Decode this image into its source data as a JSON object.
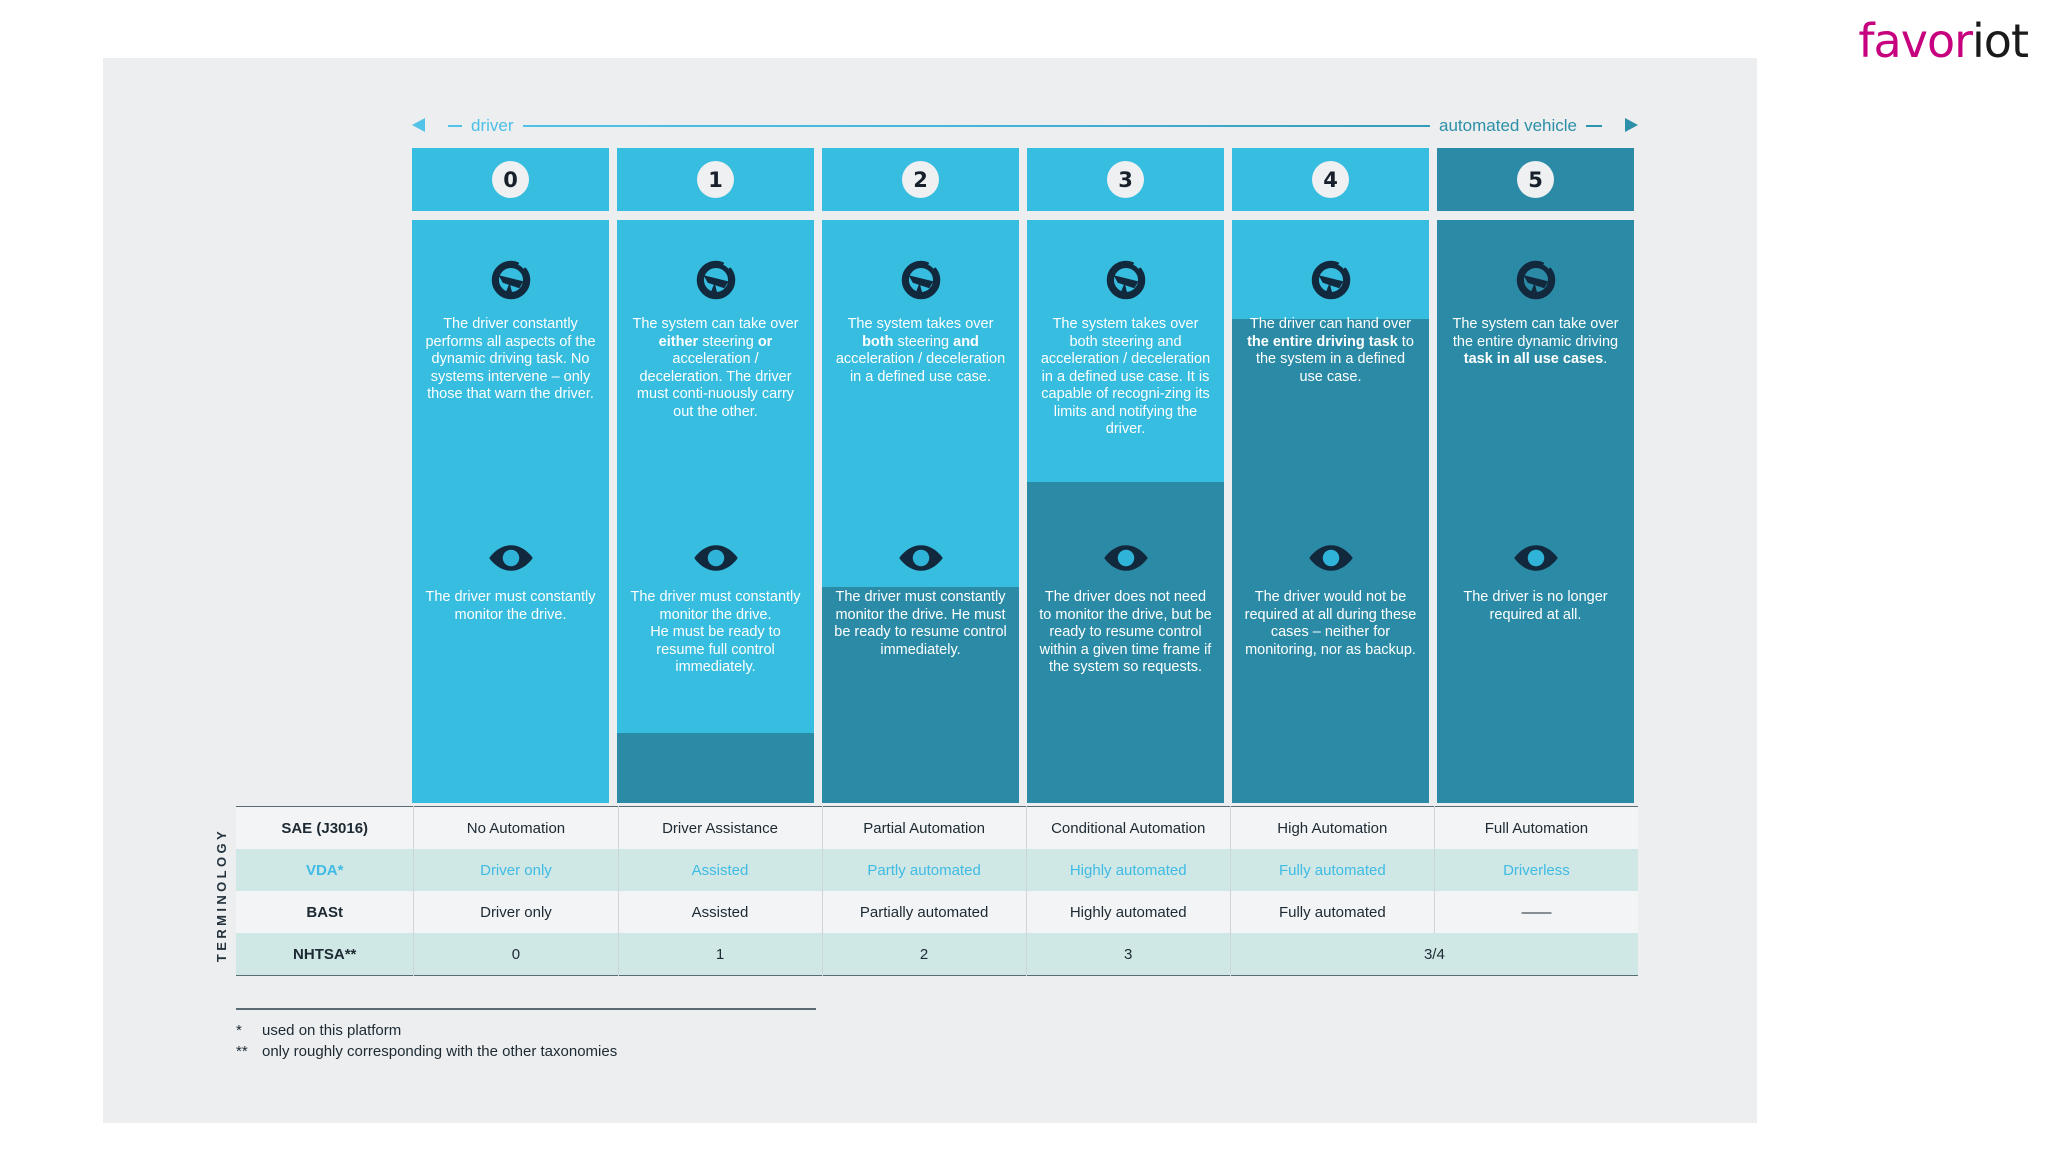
{
  "logo": {
    "part1": "favor",
    "part2": "iot"
  },
  "axis": {
    "left_label": "driver",
    "right_label": "automated vehicle",
    "left_arrow_icon": "arrow-left-icon",
    "right_arrow_icon": "arrow-right-icon",
    "left_color": "#4cc0e8",
    "right_color": "#2d8fa8"
  },
  "colors": {
    "light_blue": "#36bddf",
    "dark_teal": "#2b8ba6",
    "panel_bg": "#eceeef",
    "table_alt": "#cfe7e5",
    "vda_text": "#3fbbe4",
    "logo_magenta": "#c6007e"
  },
  "levels": [
    {
      "number": "0",
      "header_dark": false,
      "fill_percent": 0,
      "wheel_icon": "steering-wheel-icon",
      "eye_icon": "eye-icon",
      "control_text": "The driver constantly performs all aspects of the dynamic driving task. No systems intervene – only those that warn the driver.",
      "control_html": "The driver constantly performs all aspects of the dynamic driving task. No systems intervene – only those that warn the driver.",
      "monitor_text": "The driver must constantly monitor the drive.",
      "monitor_html": "The driver must constantly monitor the drive."
    },
    {
      "number": "1",
      "header_dark": false,
      "fill_percent": 12,
      "wheel_icon": "steering-wheel-icon",
      "eye_icon": "eye-icon",
      "control_text": "The system can take over either steering or acceleration / deceleration. The driver must continuously carry out the other.",
      "control_html": "The system can take over <b>either</b> steering <b>or</b> acceleration / deceleration. The driver must conti-nuously carry out the other.",
      "monitor_text": "The driver must constantly monitor the drive. He must be ready to resume full control immediately.",
      "monitor_html": "The driver must constantly monitor the drive.<br>He must be ready to resume full control immediately."
    },
    {
      "number": "2",
      "header_dark": false,
      "fill_percent": 37,
      "wheel_icon": "steering-wheel-icon",
      "eye_icon": "eye-icon",
      "control_text": "The system takes over both steering and acceleration / deceleration in a defined use case.",
      "control_html": "The system takes over <b>both</b> steering <b>and</b> acceleration / deceleration in a defined use case.",
      "monitor_text": "The driver must constantly monitor the drive. He must be ready to resume control immediately.",
      "monitor_html": "The driver must constantly monitor the drive. He must be ready to resume control immediately."
    },
    {
      "number": "3",
      "header_dark": false,
      "fill_percent": 55,
      "wheel_icon": "steering-wheel-icon",
      "eye_icon": "eye-icon",
      "control_text": "The system takes over both steering and acceleration / deceleration in a defined use case. It is capable of recognizing its limits and notifying the driver.",
      "control_html": "The system takes over both steering and acceleration / deceleration in a defined use case. It is capable of recogni-zing its limits and notifying the driver.",
      "monitor_text": "The driver does not need to monitor the drive, but be ready to resume control within a given time frame if the system so requests.",
      "monitor_html": "The driver does not need to monitor the drive, but be ready to resume control within a given time frame if the system so requests."
    },
    {
      "number": "4",
      "header_dark": false,
      "fill_percent": 83,
      "wheel_icon": "steering-wheel-icon",
      "eye_icon": "eye-icon",
      "control_text": "The driver can hand over the entire driving task to the system in a defined use case.",
      "control_html": "The driver can hand over <b>the entire driving task</b> to the system in a defined use case.",
      "monitor_text": "The driver would not be required at all during these cases – neither for monitoring, nor as backup.",
      "monitor_html": "The driver would not be required at all during these cases – neither for monitoring, nor as backup."
    },
    {
      "number": "5",
      "header_dark": true,
      "fill_percent": 100,
      "wheel_icon": "steering-wheel-icon",
      "eye_icon": "eye-icon",
      "control_text": "The system can take over the entire dynamic driving task in all use cases.",
      "control_html": "The system can take over the entire dynamic driving <b>task in all use cases</b>.",
      "monitor_text": "The driver is no longer required at all.",
      "monitor_html": "The driver is no longer required at all."
    }
  ],
  "terminology": {
    "section_label": "TERMINOLOGY",
    "rows": [
      {
        "name": "SAE (J3016)",
        "cells": [
          "No Automation",
          "Driver Assistance",
          "Partial Automation",
          "Conditional Automation",
          "High Automation",
          "Full Automation"
        ]
      },
      {
        "name": "VDA*",
        "cells": [
          "Driver only",
          "Assisted",
          "Partly automated",
          "Highly automated",
          "Fully automated",
          "Driverless"
        ]
      },
      {
        "name": "BASt",
        "cells": [
          "Driver only",
          "Assisted",
          "Partially automated",
          "Highly automated",
          "Fully automated",
          "——"
        ]
      },
      {
        "name": "NHTSA**",
        "cells": [
          "0",
          "1",
          "2",
          "3",
          "3/4"
        ]
      }
    ]
  },
  "footnotes": [
    {
      "marker": "*",
      "text": "used on this platform"
    },
    {
      "marker": "**",
      "text": "only roughly corresponding with the other taxonomies"
    }
  ]
}
